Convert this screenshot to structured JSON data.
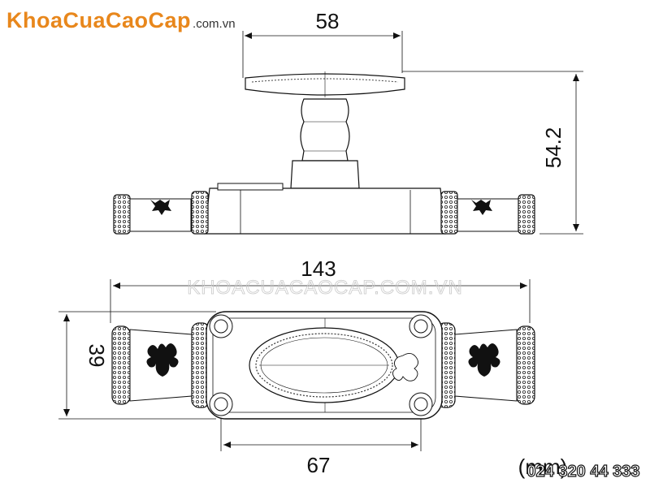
{
  "brand": {
    "name": "KhoaCuaCaoCap",
    "domain": ".com.vn"
  },
  "dimensions": {
    "knob_width": "58",
    "height": "54.2",
    "length": "143",
    "plate_width": "39",
    "hole_spacing": "67"
  },
  "unit": "(mm)",
  "phone": "024 320 44 333",
  "watermark": "KHOACUACAOCAP.COM.VN",
  "colors": {
    "brand": "#e8871c",
    "line": "#111111"
  }
}
